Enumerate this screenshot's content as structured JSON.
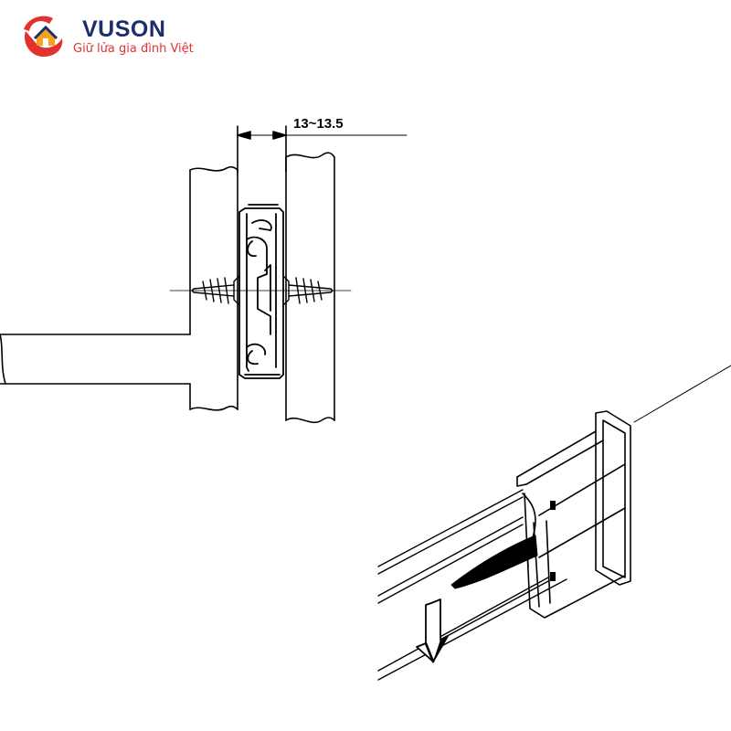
{
  "logo": {
    "brand": "VUSON",
    "tagline": "Giữ lửa gia đình Việt",
    "colors": {
      "red": "#e2322f",
      "navy": "#1f2d6b",
      "orange": "#f6a21a"
    }
  },
  "dimension": {
    "label": "13~13.5",
    "unit": ""
  },
  "icons": [
    "house-heart-logo-icon",
    "screw-icon",
    "down-arrow-icon"
  ]
}
